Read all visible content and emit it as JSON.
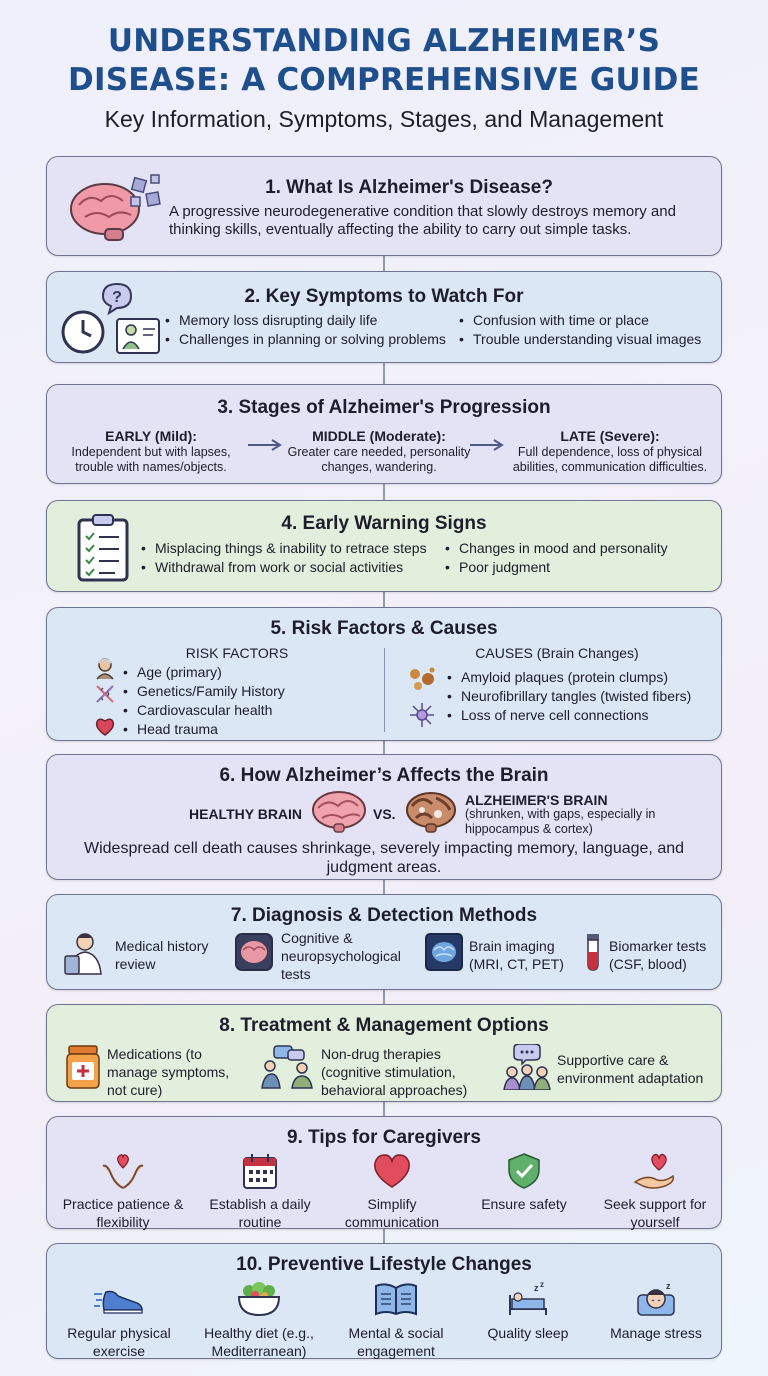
{
  "header": {
    "title_line1": "UNDERSTANDING ALZHEIMER’S",
    "title_line2": "DISEASE: A COMPREHENSIVE GUIDE",
    "subtitle": "Key Information, Symptoms, Stages, and Management"
  },
  "s1": {
    "title": "1. What Is Alzheimer's Disease?",
    "body": "A progressive neurodegenerative condition that slowly destroys memory and thinking skills, eventually affecting the ability to carry out simple tasks.",
    "icon": "brain-puzzle-icon"
  },
  "s2": {
    "title": "2. Key Symptoms to Watch For",
    "col1": [
      "Memory loss disrupting daily life",
      "Challenges in planning or solving problems"
    ],
    "col2": [
      "Confusion with time or place",
      "Trouble understanding visual images"
    ],
    "icons": [
      "question-bubble-icon",
      "clock-icon",
      "person-card-icon"
    ]
  },
  "s3": {
    "title": "3. Stages of Alzheimer's Progression",
    "stages": [
      {
        "label": "EARLY (Mild):",
        "desc": "Independent but with lapses, trouble with names/objects."
      },
      {
        "label": "MIDDLE (Moderate):",
        "desc": "Greater care needed, personality changes, wandering."
      },
      {
        "label": "LATE (Severe):",
        "desc": "Full dependence, loss of physical abilities, communication difficulties."
      }
    ]
  },
  "s4": {
    "title": "4. Early Warning Signs",
    "col1": [
      "Misplacing things & inability to retrace steps",
      "Withdrawal from work or social activities"
    ],
    "col2": [
      "Changes in mood and personality",
      "Poor judgment"
    ],
    "icon": "clipboard-checklist-icon"
  },
  "s5": {
    "title": "5. Risk Factors & Causes",
    "risk_heading": "RISK FACTORS",
    "risk_items": [
      "Age (primary)",
      "Genetics/Family History",
      "Cardiovascular health",
      "Head trauma"
    ],
    "cause_heading": "CAUSES (Brain Changes)",
    "cause_items": [
      "Amyloid plaques (protein clumps)",
      "Neurofibrillary tangles (twisted fibers)",
      "Loss of nerve cell connections"
    ]
  },
  "s6": {
    "title": "6. How Alzheimer’s Affects the Brain",
    "healthy": "HEALTHY BRAIN",
    "vs": "VS.",
    "alz": "ALZHEIMER'S BRAIN",
    "alz_note": "(shrunken, with gaps, especially in hippocampus & cortex)",
    "body": "Widespread cell death causes shrinkage, severely impacting memory, language, and judgment areas."
  },
  "s7": {
    "title": "7. Diagnosis & Detection Methods",
    "items": [
      {
        "label": "Medical history review",
        "icon": "doctor-icon"
      },
      {
        "label": "Cognitive & neuropsychological tests",
        "icon": "brain-test-icon"
      },
      {
        "label": "Brain imaging (MRI, CT, PET)",
        "icon": "brain-scan-icon"
      },
      {
        "label": "Biomarker tests (CSF, blood)",
        "icon": "test-tube-icon"
      }
    ]
  },
  "s8": {
    "title": "8. Treatment & Management Options",
    "items": [
      {
        "label": "Medications (to manage symptoms, not cure)",
        "icon": "pill-bottle-icon"
      },
      {
        "label": "Non-drug therapies (cognitive stimulation, behavioral approaches)",
        "icon": "therapy-chat-icon"
      },
      {
        "label": "Supportive care & environment adaptation",
        "icon": "support-group-icon"
      }
    ]
  },
  "s9": {
    "title": "9. Tips for Caregivers",
    "items": [
      {
        "label": "Practice patience & flexibility",
        "icon": "hands-heart-icon"
      },
      {
        "label": "Establish a daily routine",
        "icon": "calendar-icon"
      },
      {
        "label": "Simplify communication",
        "icon": "heart-icon"
      },
      {
        "label": "Ensure safety",
        "icon": "shield-check-icon"
      },
      {
        "label": "Seek support for yourself",
        "icon": "hand-heart-icon"
      }
    ]
  },
  "s10": {
    "title": "10. Preventive Lifestyle Changes",
    "items": [
      {
        "label": "Regular physical exercise",
        "icon": "running-shoe-icon"
      },
      {
        "label": "Healthy diet (e.g., Mediterranean)",
        "icon": "salad-bowl-icon"
      },
      {
        "label": "Mental & social engagement",
        "icon": "book-icon"
      },
      {
        "label": "Quality sleep",
        "icon": "sleep-bed-icon"
      },
      {
        "label": "Manage stress",
        "icon": "stress-sleep-icon"
      }
    ]
  }
}
